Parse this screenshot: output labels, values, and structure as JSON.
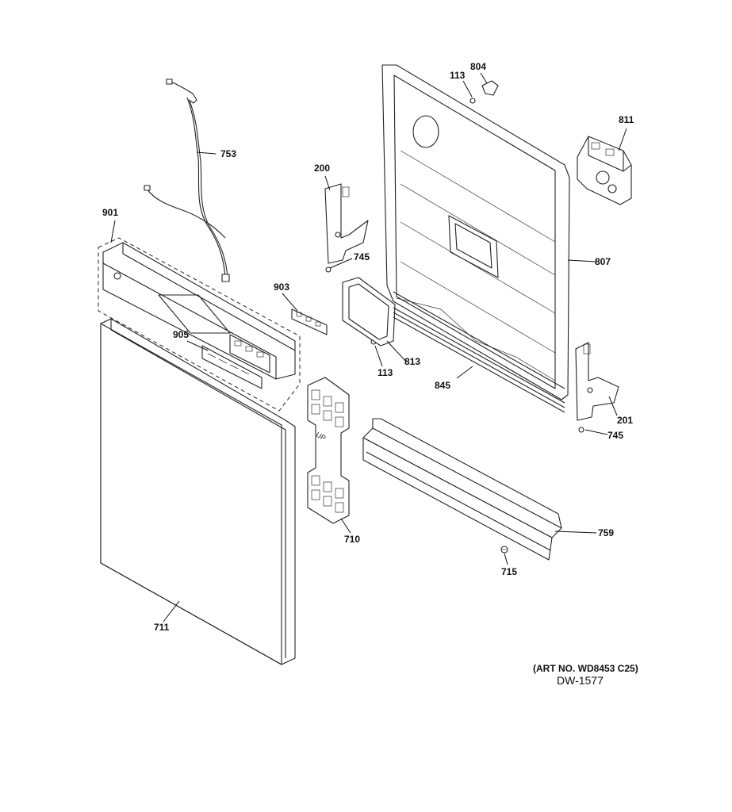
{
  "callouts": {
    "p113a": "113",
    "p804": "804",
    "p811": "811",
    "p753": "753",
    "p200": "200",
    "p901": "901",
    "p745a": "745",
    "p807": "807",
    "p903": "903",
    "p905": "905",
    "p113b": "113",
    "p813": "813",
    "p845": "845",
    "p201": "201",
    "p745b": "745",
    "p710": "710",
    "p759": "759",
    "p715": "715",
    "p711": "711"
  },
  "label_up": "UP",
  "art_number": "(ART NO. WD8453 C25)",
  "diagram_number": "DW-1577"
}
